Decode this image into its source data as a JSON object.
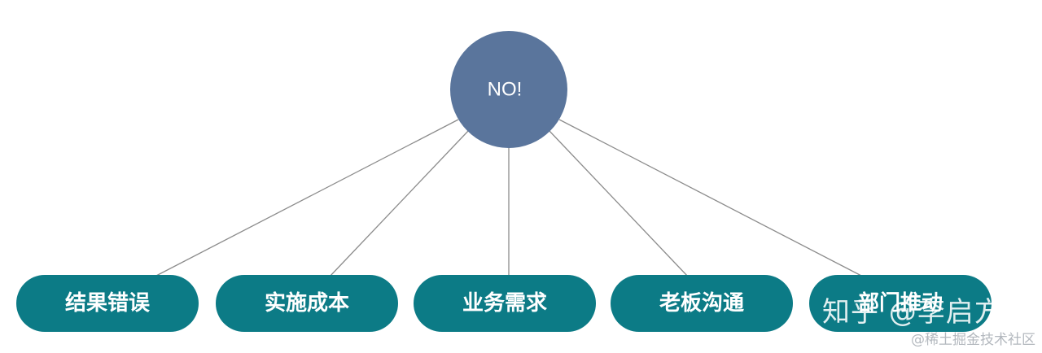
{
  "root": {
    "label": "NO!"
  },
  "leaves": [
    {
      "label": "结果错误"
    },
    {
      "label": "实施成本"
    },
    {
      "label": "业务需求"
    },
    {
      "label": "老板沟通"
    },
    {
      "label": "部门推动"
    }
  ],
  "colors": {
    "root_fill": "#5a759c",
    "leaf_fill": "#0c7b86",
    "connector": "#8c8c8c",
    "text": "#ffffff"
  },
  "watermarks": {
    "main": "知乎 @李启方",
    "corner": "@稀土掘金技术社区"
  }
}
